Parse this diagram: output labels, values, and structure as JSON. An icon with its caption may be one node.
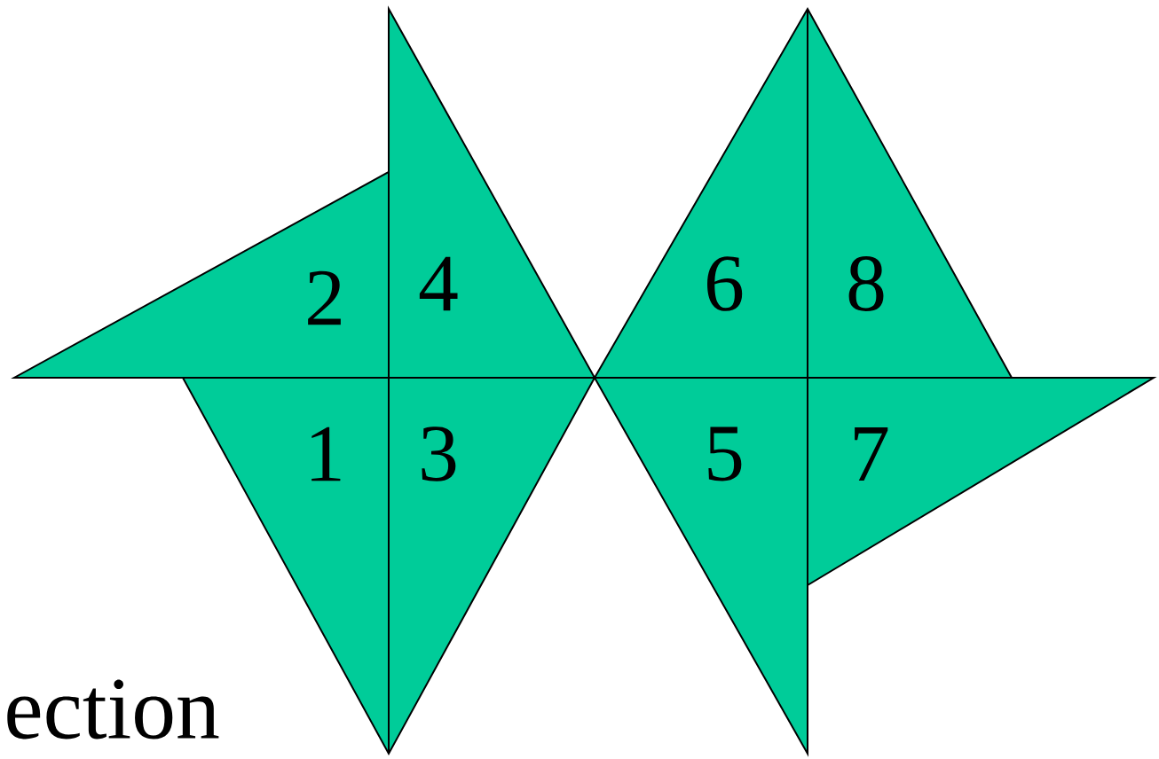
{
  "diagram": {
    "nodes": [
      {
        "text": [
          "2",
          "4",
          "1",
          "3"
        ]
      },
      {
        "text": [
          "6",
          "8",
          "5",
          "7"
        ]
      }
    ],
    "labels": [
      "ection"
    ]
  }
}
